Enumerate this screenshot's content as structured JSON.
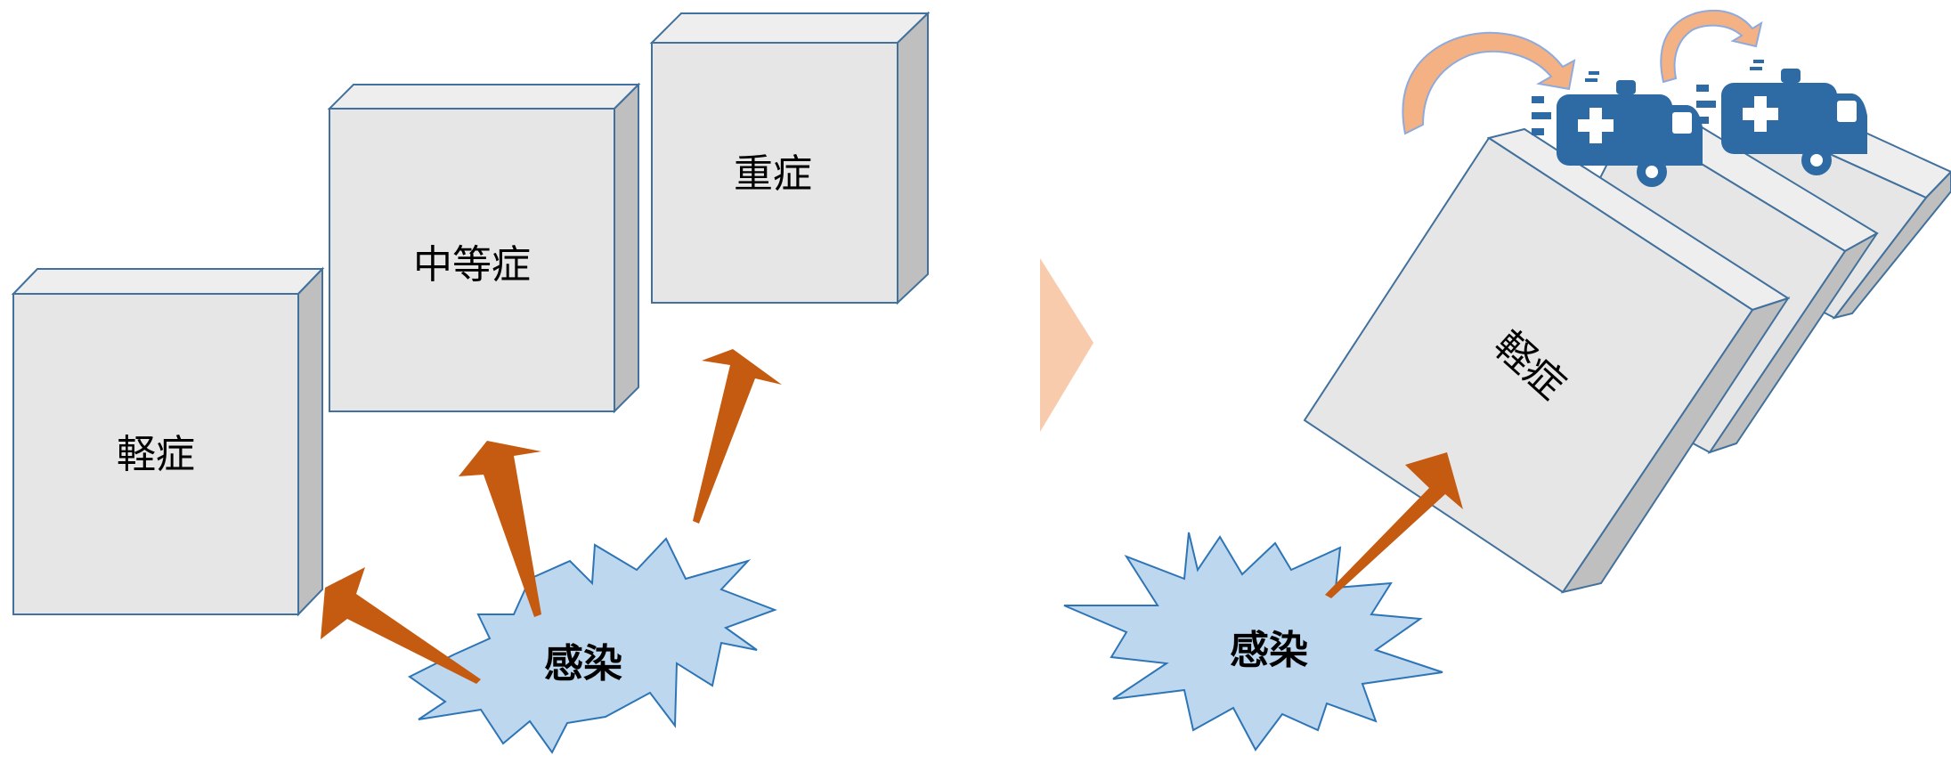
{
  "left_panel": {
    "boxes": [
      {
        "label": "軽症"
      },
      {
        "label": "中等症"
      },
      {
        "label": "重症"
      }
    ],
    "burst_label": "感染"
  },
  "right_panel": {
    "tilted_box_label": "軽症",
    "burst_label": "感染",
    "ambulance_icon": "ambulance-icon",
    "curved_arrow_icon": "curved-arrow-icon"
  },
  "colors": {
    "box_face": "#e6e6e6",
    "box_side": "#bfbfbf",
    "box_top": "#eeeeee",
    "box_stroke": "#41719c",
    "arrow": "#c55a11",
    "burst_fill": "#bdd7ee",
    "burst_stroke": "#2e75b6",
    "chevron": "#f8cbad",
    "ambulance": "#2e6aa3",
    "curve_fill": "#f4b183",
    "curve_stroke": "#8faadc"
  }
}
